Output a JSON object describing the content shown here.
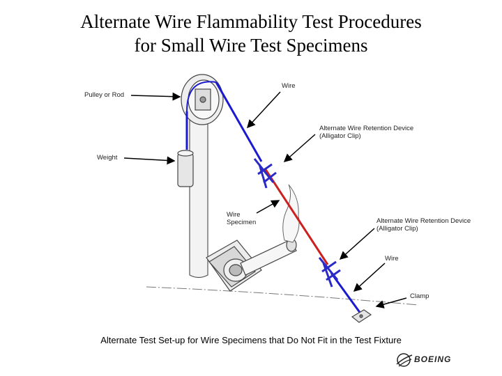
{
  "title": {
    "line1": "Alternate Wire Flammability Test Procedures",
    "line2": "for Small Wire Test Specimens"
  },
  "labels": {
    "pulley": "Pulley or Rod",
    "wire_top": "Wire",
    "clip_top": "Alternate Wire Retention Device\n(Alligator Clip)",
    "weight": "Weight",
    "specimen": "Wire\nSpecimen",
    "clip_bottom": "Alternate Wire Retention Device\n(Alligator Clip)",
    "wire_bottom": "Wire",
    "clamp": "Clamp"
  },
  "caption": "Alternate Test Set-up for Wire Specimens that Do Not Fit in the Test Fixture",
  "logo": {
    "text": "BOEING"
  },
  "colors": {
    "wire": "#1a1ad0",
    "specimen": "#cc2020",
    "clip": "#2a2ac8"
  }
}
